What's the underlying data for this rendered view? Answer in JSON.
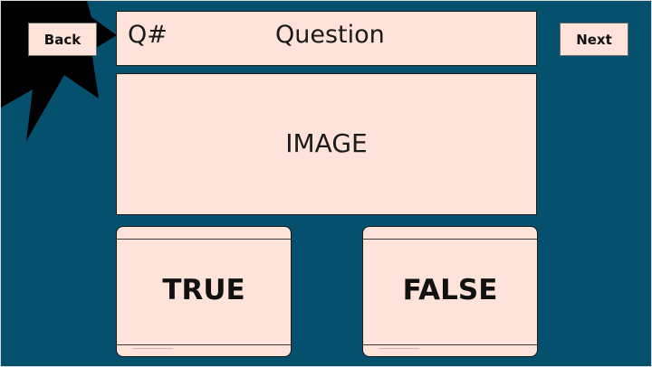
{
  "nav": {
    "back_label": "Back",
    "next_label": "Next"
  },
  "question": {
    "number_label": "Q#",
    "text": "Question"
  },
  "image": {
    "placeholder_label": "IMAGE"
  },
  "answers": {
    "true_label": "TRUE",
    "false_label": "FALSE"
  },
  "colors": {
    "background": "#05516d",
    "panel": "#fde3da",
    "burst": "#000000"
  }
}
